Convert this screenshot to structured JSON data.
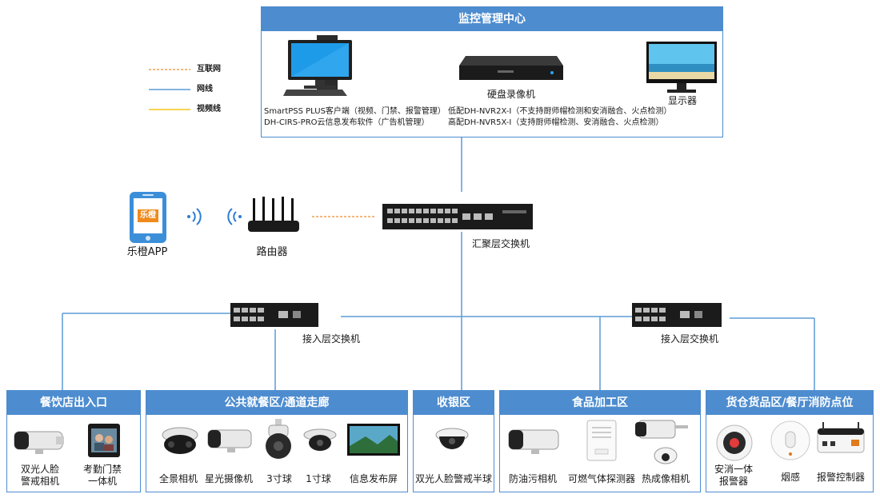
{
  "center": {
    "title": "监控管理中心",
    "pc_label_1": "SmartPSS PLUS客户端（视频、门禁、报警管理）",
    "pc_label_2": "DH-CIRS-PRO云信息发布软件（广告机管理）",
    "nvr_label": "硬盘录像机",
    "nvr_spec_1": "低配DH-NVR2X-I（不支持厨师帽检测和安消融合、火点检测）",
    "nvr_spec_2": "高配DH-NVR5X-I（支持厨师帽检测、安消融合、火点检测）",
    "monitor_label": "显示器"
  },
  "legend": {
    "internet": "互联网",
    "network": "网线",
    "video": "视频线"
  },
  "colors": {
    "panel_blue": "#4d8ccf",
    "network_line": "#5b9bd5",
    "internet_line": "#f0a050",
    "video_line": "#f5c518",
    "app_orange": "#f08a1c"
  },
  "app_label": "乐橙APP",
  "app_logo_text": "乐橙",
  "router_label": "路由器",
  "core_switch_label": "汇聚层交换机",
  "access_switch_left_label": "接入层交换机",
  "access_switch_right_label": "接入层交换机",
  "zones": [
    {
      "title": "餐饮店出入口",
      "devices": [
        {
          "label_1": "双光人脸",
          "label_2": "警戒相机"
        },
        {
          "label_1": "考勤门禁",
          "label_2": "一体机"
        }
      ]
    },
    {
      "title": "公共就餐区/通道走廊",
      "devices": [
        {
          "label_1": "全景相机"
        },
        {
          "label_1": "星光摄像机"
        },
        {
          "label_1": "3寸球"
        },
        {
          "label_1": "1寸球"
        },
        {
          "label_1": "信息发布屏"
        }
      ]
    },
    {
      "title": "收银区",
      "devices": [
        {
          "label_1": "双光人脸警戒半球"
        }
      ]
    },
    {
      "title": "食品加工区",
      "devices": [
        {
          "label_1": "防油污相机"
        },
        {
          "label_1": "可燃气体探测器"
        },
        {
          "label_1": "热成像相机"
        }
      ]
    },
    {
      "title": "货仓货品区/餐厅消防点位",
      "devices": [
        {
          "label_1": "安消一体",
          "label_2": "报警器"
        },
        {
          "label_1": "烟感"
        },
        {
          "label_1": "报警控制器"
        }
      ]
    }
  ]
}
